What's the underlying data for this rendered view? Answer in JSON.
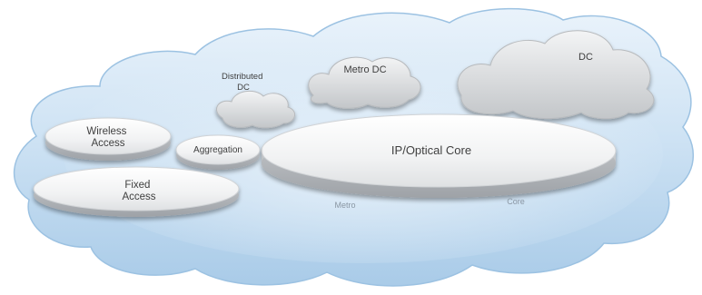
{
  "diagram": {
    "nodes": {
      "wireless_access": [
        "Wireless",
        "Access"
      ],
      "aggregation": "Aggregation",
      "fixed_access": [
        "Fixed",
        "Access"
      ],
      "ip_optical_core": "IP/Optical Core",
      "distributed_dc": [
        "Distributed",
        "DC"
      ],
      "metro_dc": "Metro DC",
      "dc": "DC"
    },
    "region_labels": {
      "metro": "Metro",
      "core": "Core"
    },
    "colors": {
      "cloud_fill": "#c8dff2",
      "cloud_edge": "#8fb8db",
      "disc_top": "#f4f5f6",
      "disc_side": "#b9bcc0",
      "small_cloud": "#d7d9db"
    }
  }
}
